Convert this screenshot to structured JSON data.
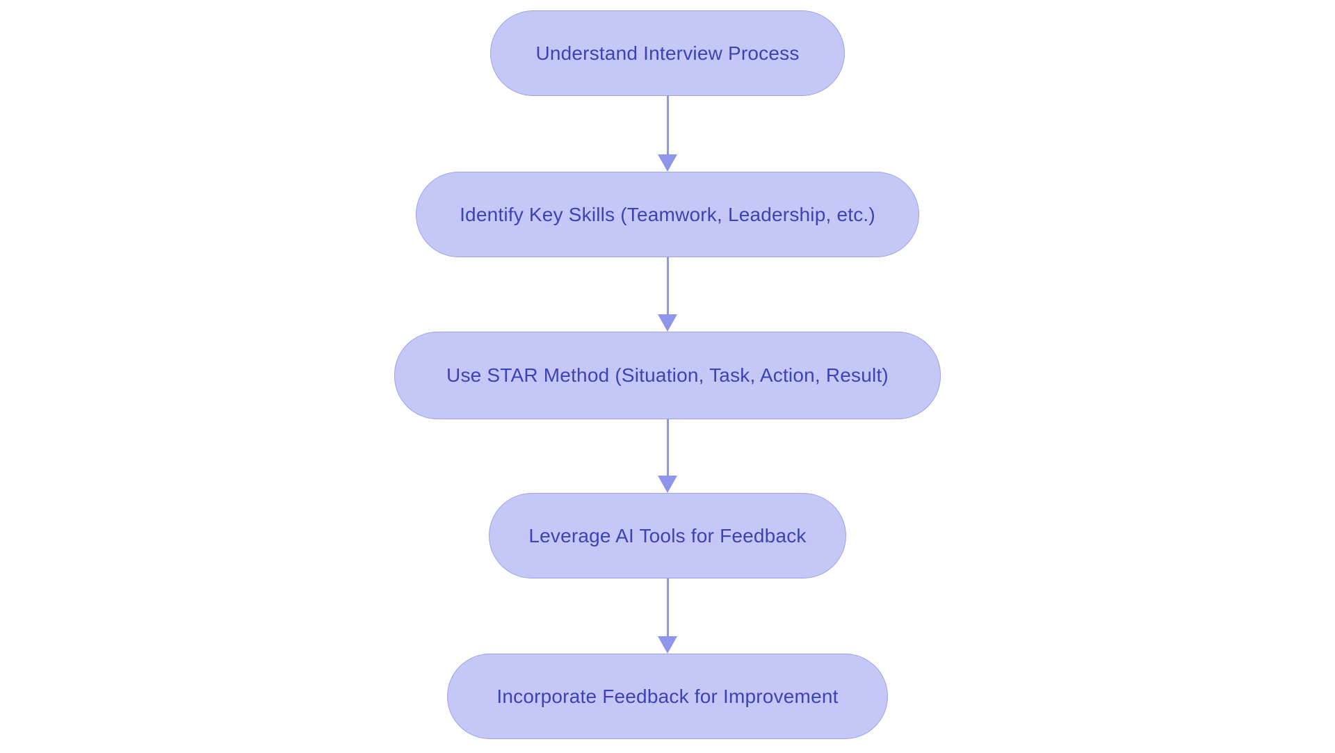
{
  "diagram": {
    "type": "flowchart-top-down",
    "background_color": "#ffffff",
    "node_fill_color": "#c5c8f6",
    "node_border_color": "#9da3e6",
    "node_text_color": "#3d42b4",
    "arrow_color": "#8f95e8",
    "nodes": [
      {
        "id": "step-1",
        "label": "Understand Interview Process"
      },
      {
        "id": "step-2",
        "label": "Identify Key Skills (Teamwork, Leadership, etc.)"
      },
      {
        "id": "step-3",
        "label": "Use STAR Method (Situation, Task, Action, Result)"
      },
      {
        "id": "step-4",
        "label": "Leverage AI Tools for Feedback"
      },
      {
        "id": "step-5",
        "label": "Incorporate Feedback for Improvement"
      }
    ],
    "edges": [
      {
        "from": "step-1",
        "to": "step-2"
      },
      {
        "from": "step-2",
        "to": "step-3"
      },
      {
        "from": "step-3",
        "to": "step-4"
      },
      {
        "from": "step-4",
        "to": "step-5"
      }
    ]
  }
}
